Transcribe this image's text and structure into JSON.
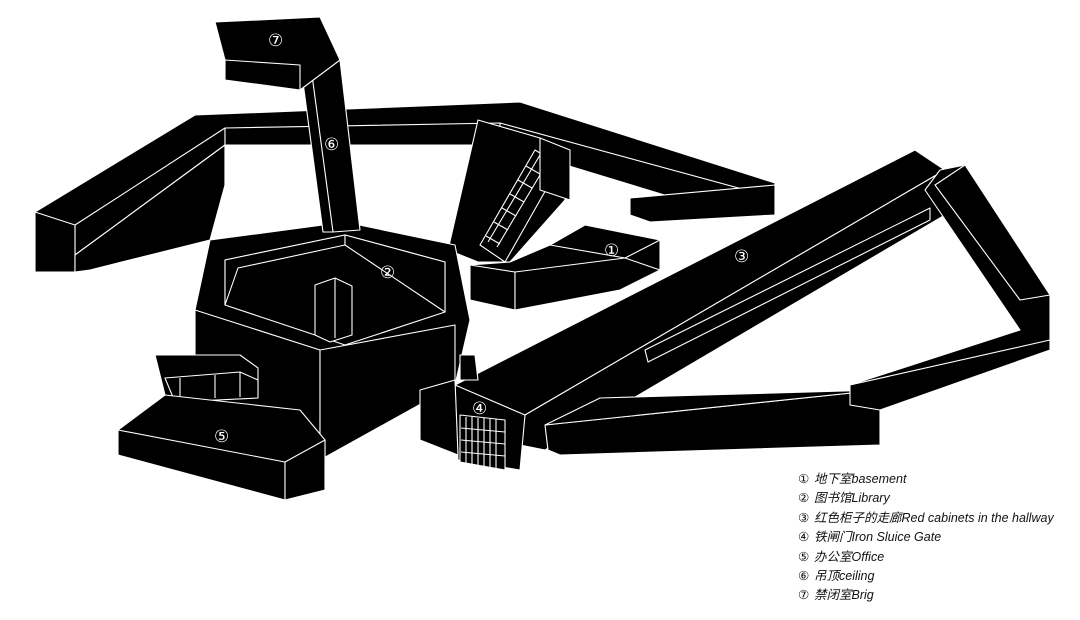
{
  "colors": {
    "structure": "#000000",
    "edge": "#ffffff",
    "background": "#ffffff",
    "text": "#111111"
  },
  "markers": {
    "m1": "①",
    "m2": "②",
    "m3": "③",
    "m4": "④",
    "m5": "⑤",
    "m6": "⑥",
    "m7": "⑦"
  },
  "legend": [
    {
      "marker": "①",
      "zh": "地下室",
      "en": "basement"
    },
    {
      "marker": "②",
      "zh": "图书馆",
      "en": "Library"
    },
    {
      "marker": "③",
      "zh": "红色柜子的走廊",
      "en": "Red cabinets in the hallway"
    },
    {
      "marker": "④",
      "zh": "铁闸门",
      "en": "Iron Sluice Gate"
    },
    {
      "marker": "⑤",
      "zh": "办公室",
      "en": "Office"
    },
    {
      "marker": "⑥",
      "zh": "吊顶",
      "en": "ceiling"
    },
    {
      "marker": "⑦",
      "zh": "禁闭室",
      "en": "Brig"
    }
  ]
}
